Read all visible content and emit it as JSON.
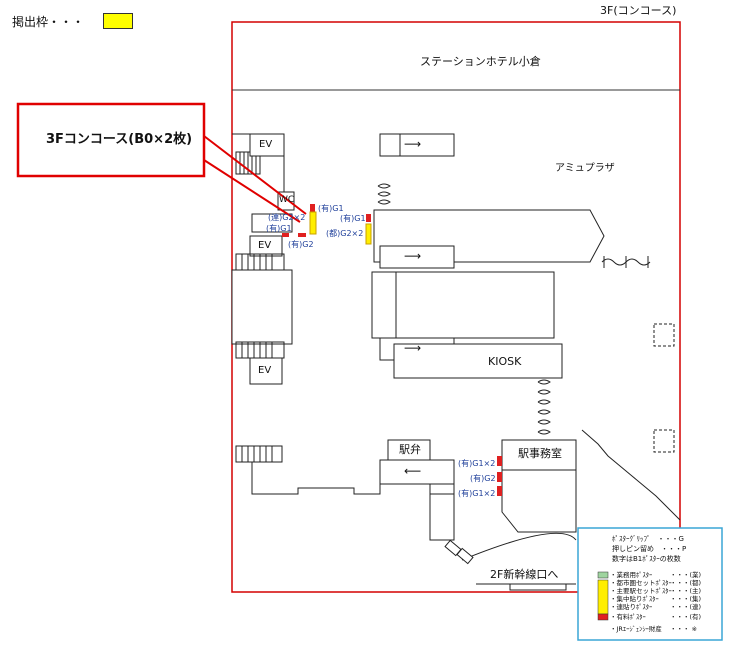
{
  "header": {
    "legend_title": "掲出枠・・・",
    "floor_label": "3F(コンコース)",
    "frame_color": "#ffff00"
  },
  "callout": {
    "text": "3Fコンコース(B0×2枚)",
    "border_color": "#e00000"
  },
  "areas": {
    "hotel": "ステーションホテル小倉",
    "amu": "アミュプラザ",
    "kiosk": "KIOSK",
    "ekiben": "駅弁",
    "station_office": "駅事務室",
    "shinkansen": "2F新幹線口へ",
    "ev1": "EV",
    "ev2": "EV",
    "ev3": "EV",
    "wc": "WC"
  },
  "poster_labels": {
    "left_g1_top": "(有)G1",
    "left_ren": "(連)G2×2",
    "left_g1_bottom": "(有)G1",
    "left_g2": "(有)G2",
    "mid_g1": "(有)G1",
    "mid_to": "(都)G2×2",
    "office_g1x2_top": "(有)G1×2",
    "office_g2": "(有)G2",
    "office_g1x2_bottom": "(有)G1×2"
  },
  "legend_box": {
    "line1": "ﾎﾟｽﾀｰｸﾞﾘｯﾌﾟ　・・・G",
    "line2": "押しピン留め　・・・P",
    "line3": "数字はB1ﾎﾟｽﾀｰの枚数",
    "items": [
      {
        "label": "・業務用ﾎﾟｽﾀｰ",
        "code": "・・・(業)",
        "color": "#9fd49f"
      },
      {
        "label": "・都市圏セットﾎﾟｽﾀｰ",
        "code": "・・・(都)",
        "color": "#ffee00"
      },
      {
        "label": "・主要駅セットﾎﾟｽﾀｰ",
        "code": "・・・(主)",
        "color": "#ffee00"
      },
      {
        "label": "・集中貼りﾎﾟｽﾀｰ",
        "code": "・・・(集)",
        "color": "#ffee00"
      },
      {
        "label": "・連貼りﾎﾟｽﾀｰ",
        "code": "・・・(連)",
        "color": "#ffee00"
      },
      {
        "label": "・有料ﾎﾟｽﾀｰ",
        "code": "・・・(有)",
        "color": "#e02020"
      },
      {
        "label": "・JRｴｰｼﾞｪﾝｼｰ財産",
        "code": "・・・ ※",
        "color": ""
      }
    ],
    "border_color": "#3aa6d6"
  }
}
